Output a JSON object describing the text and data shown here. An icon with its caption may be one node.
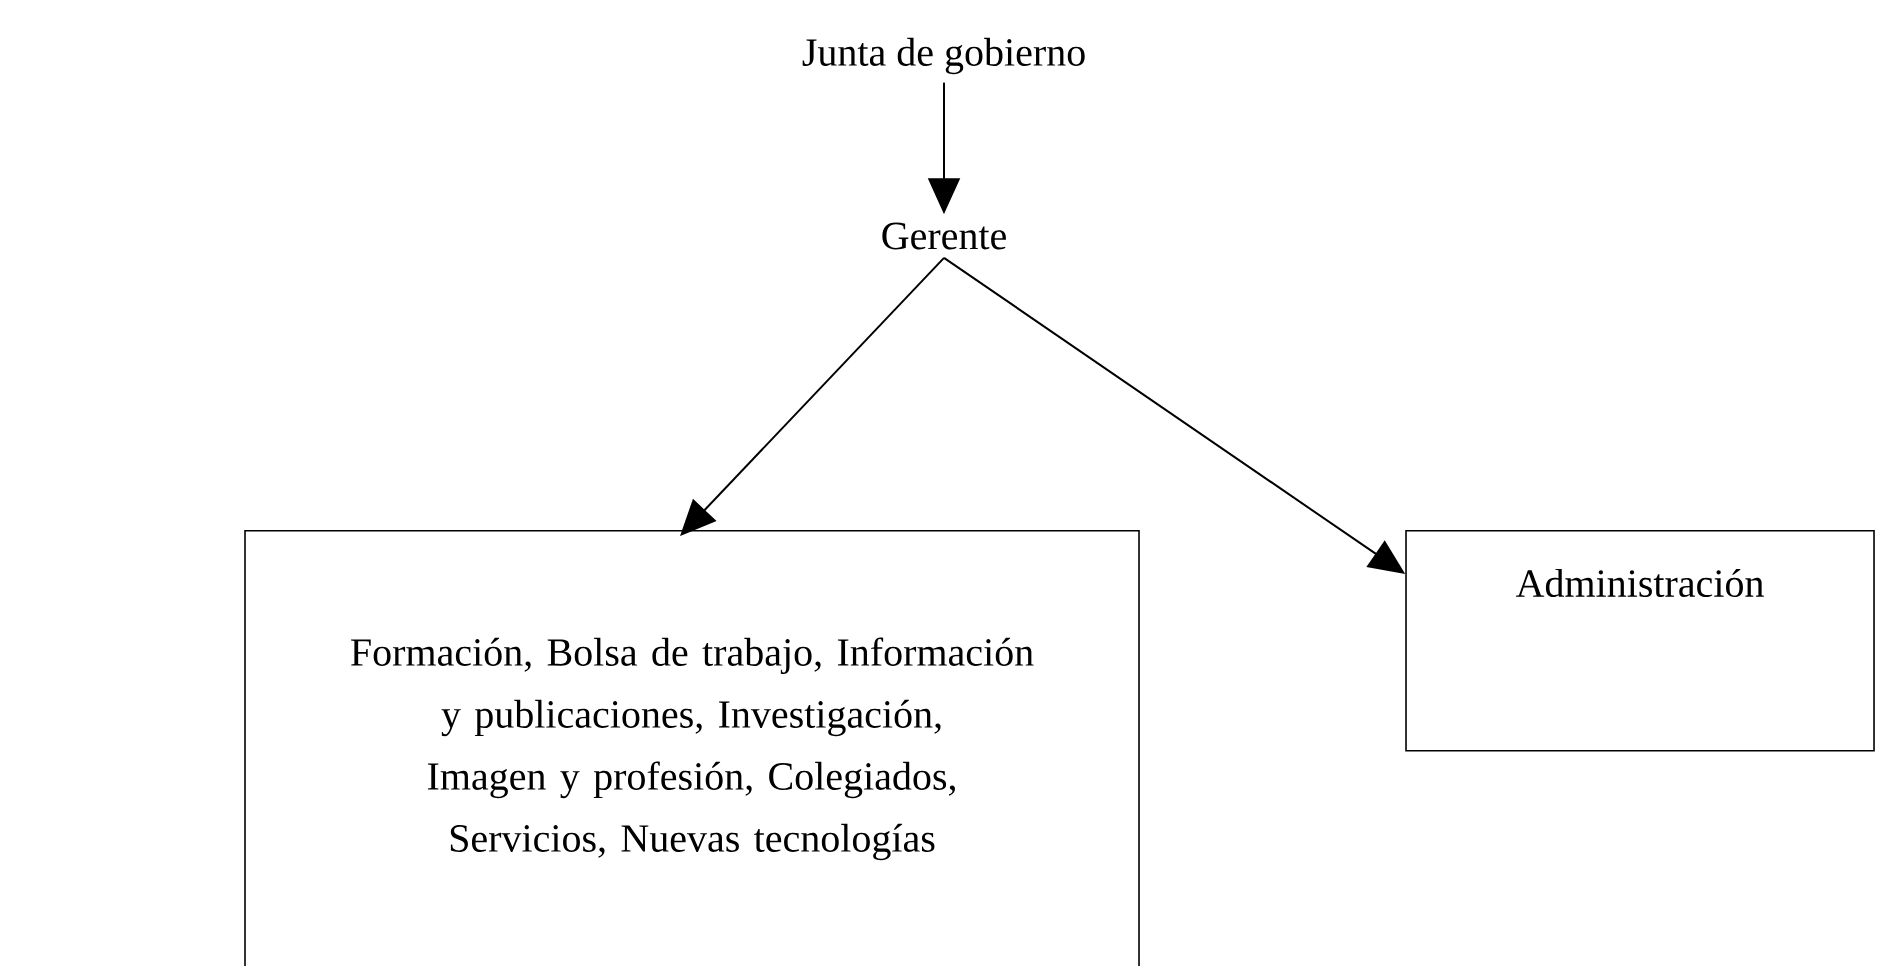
{
  "diagram": {
    "nodes": [
      {
        "text": [
          "Junta de gobierno"
        ]
      },
      {
        "text": [
          "Gerente"
        ]
      },
      {
        "text": [
          "Formación, Bolsa de trabajo, Información y publicaciones, Investigación, Imagen y profesión, Colegiados, Servicios, Nuevas tecnologías"
        ]
      },
      {
        "text": [
          "Administración"
        ]
      }
    ],
    "edges": [
      {
        "from": 0,
        "to": 1,
        "arrow": "to"
      },
      {
        "from": 1,
        "to": 2,
        "arrow": "to"
      },
      {
        "from": 1,
        "to": 3,
        "arrow": "to"
      }
    ]
  }
}
